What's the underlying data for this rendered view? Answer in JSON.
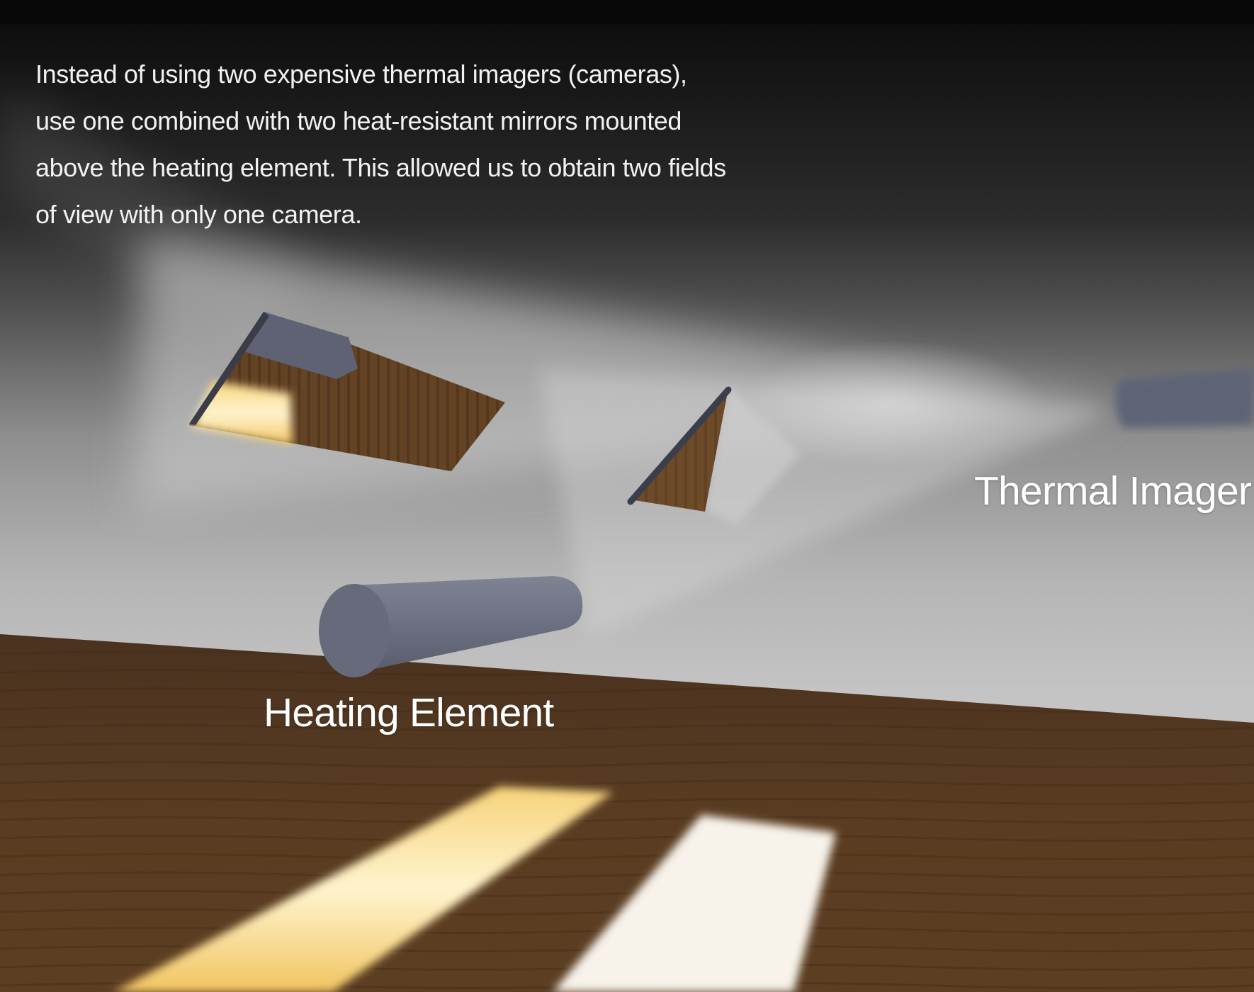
{
  "description": {
    "lines": [
      "Instead of using two expensive thermal imagers (cameras),",
      "use one combined with two heat-resistant mirrors mounted",
      "above the heating element. This allowed us to obtain two fields",
      "of view with only one camera."
    ]
  },
  "labels": {
    "thermal_imager": "Thermal Imager",
    "heating_element": "Heating Element"
  },
  "colors": {
    "background_top": "#0c0c0c",
    "wall": "#bdbdbd",
    "floor": "#54391f",
    "component_metal": "#6b6f80",
    "hot_light": "#ffe9a8",
    "text": "#ffffff"
  }
}
